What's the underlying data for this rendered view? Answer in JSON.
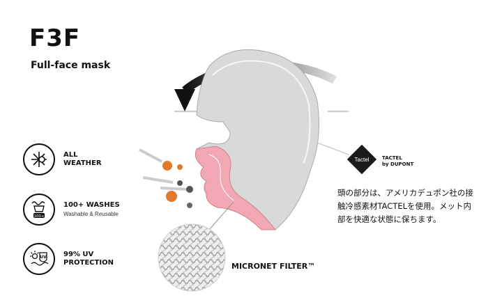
{
  "title": "F3F",
  "subtitle": "Full-face mask",
  "features": [
    {
      "icon": "snowflake-sun-icon",
      "main": [
        "ALL",
        "WEATHER"
      ],
      "sub": ""
    },
    {
      "icon": "washing-icon",
      "main": [
        "100+ WASHES"
      ],
      "sub": "Washable & Reusable",
      "badge": "100+"
    },
    {
      "icon": "uv-protection-icon",
      "main": [
        "99% UV",
        "PROTECTION"
      ],
      "sub": "",
      "badge": "UV"
    }
  ],
  "tactel": {
    "logo_text": "Tactel",
    "label_line1": "TACTEL",
    "label_line2": "by DUPONT"
  },
  "japanese_text": [
    "頭の部分は、アメリカデュポン社の接",
    "触冷感素材TACTELを使用。メット内",
    "部を快適な状態に保ちます。"
  ],
  "micronet_label": "MICRONET FILTER™",
  "colors": {
    "filter_pink": "#f2a8b4",
    "mask_gray": "#d9d9d9",
    "virus_orange": "#e07a2a"
  }
}
